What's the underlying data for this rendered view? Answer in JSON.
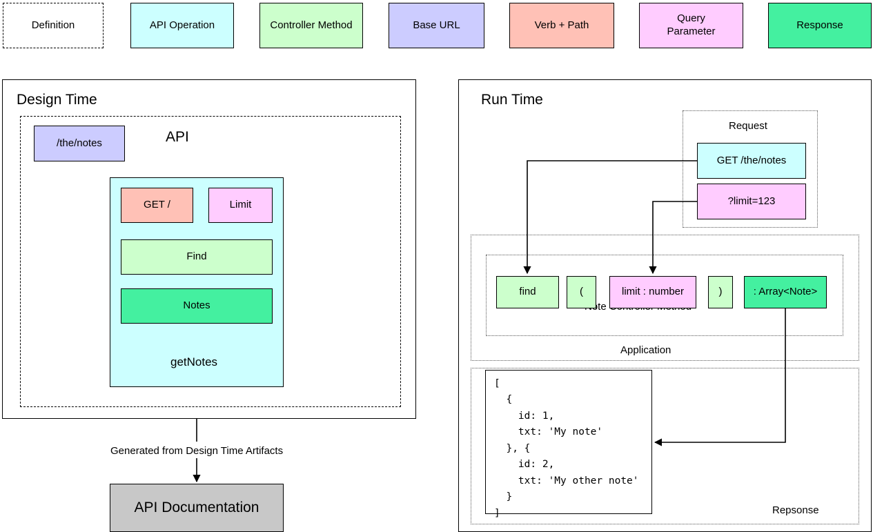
{
  "colors": {
    "definition_fill": "#ffffff",
    "api_operation_fill": "#ccffff",
    "controller_method_fill": "#ccffcc",
    "base_url_fill": "#ccccff",
    "verb_path_fill": "#ffc1b6",
    "query_parameter_fill": "#ffccff",
    "response_fill": "#44f0a0",
    "documentation_fill": "#c8c8c8",
    "stroke": "#000000",
    "dotted_stroke": "#555555"
  },
  "legend": {
    "items": [
      {
        "label": "Definition",
        "style": "dashed",
        "fill": "#ffffff"
      },
      {
        "label": "API Operation",
        "style": "solid",
        "fill": "#ccffff"
      },
      {
        "label": "Controller Method",
        "style": "solid",
        "fill": "#ccffcc"
      },
      {
        "label": "Base URL",
        "style": "solid",
        "fill": "#ccccff"
      },
      {
        "label": "Verb + Path",
        "style": "solid",
        "fill": "#ffc1b6"
      },
      {
        "label": "Query\nParameter",
        "style": "solid",
        "fill": "#ffccff"
      },
      {
        "label": "Response",
        "style": "solid",
        "fill": "#44f0a0"
      }
    ]
  },
  "design_time": {
    "title": "Design Time",
    "api_group_label": "API",
    "base_url": "/the/notes",
    "operation": {
      "verb_path": "GET /",
      "query_parameter": "Limit",
      "controller_method": "Find",
      "response": "Notes",
      "operation_name": "getNotes"
    },
    "generated_label": "Generated from Design Time Artifacts",
    "documentation": "API Documentation"
  },
  "run_time": {
    "title": "Run Time",
    "request": {
      "label": "Request",
      "verb_path": "GET /the/notes",
      "query_parameter": "?limit=123"
    },
    "application": {
      "label": "Application",
      "controller": {
        "label": "Note Controller Method",
        "tokens": [
          {
            "text": "find",
            "fill": "#ccffcc"
          },
          {
            "text": "(",
            "fill": "#ccffcc"
          },
          {
            "text": "limit : number",
            "fill": "#ffccff"
          },
          {
            "text": ")",
            "fill": "#ccffcc"
          },
          {
            "text": ": Array<Note>",
            "fill": "#44f0a0"
          }
        ]
      }
    },
    "response": {
      "label": "Repsonse",
      "body": "[\n  {\n    id: 1,\n    txt: 'My note'\n  }, {\n    id: 2,\n    txt: 'My other note'\n  }\n]"
    }
  }
}
